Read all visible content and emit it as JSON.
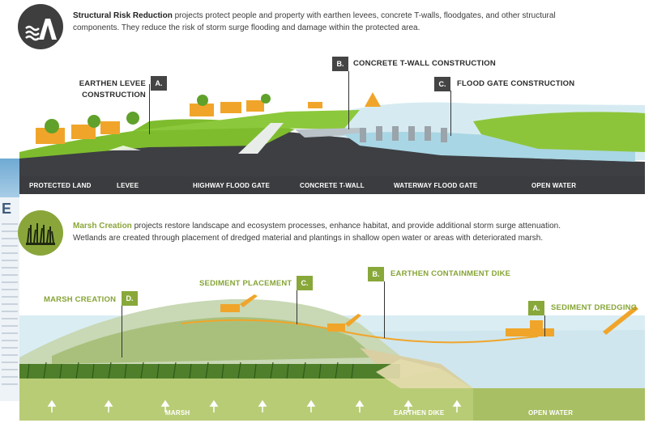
{
  "icons": {
    "structural": "levee-wave-icon",
    "marsh": "marsh-grass-icon"
  },
  "colors": {
    "dark_badge": "#3e3e3e",
    "green_accent": "#8aa63a",
    "orange": "#f0a52a",
    "water": "#cfe6ee"
  },
  "structural": {
    "intro_bold": "Structural Risk Reduction",
    "intro_line1_rest": " projects protect people and property with earthen levees, concrete T-walls, floodgates, and other structural",
    "intro_line2": "components. They reduce the risk of storm surge flooding and damage within the protected area.",
    "callouts": [
      {
        "tag": "A.",
        "text_line1": "EARTHEN LEVEE",
        "text_line2": "CONSTRUCTION"
      },
      {
        "tag": "B.",
        "text": "CONCRETE T-WALL CONSTRUCTION"
      },
      {
        "tag": "C.",
        "text": "FLOOD GATE CONSTRUCTION"
      }
    ],
    "bar_labels": [
      "PROTECTED LAND",
      "LEVEE",
      "HIGHWAY FLOOD GATE",
      "CONCRETE T-WALL",
      "WATERWAY FLOOD GATE",
      "OPEN WATER"
    ]
  },
  "marsh": {
    "intro_bold": "Marsh Creation",
    "intro_line1_rest": " projects restore landscape and ecosystem processes, enhance habitat, and provide additional storm surge attenuation.",
    "intro_line2": "Wetlands are created through placement of dredged material and plantings in shallow open water or areas with deteriorated marsh.",
    "callouts": [
      {
        "tag": "D.",
        "text": "MARSH CREATION"
      },
      {
        "tag": "C.",
        "text": "SEDIMENT PLACEMENT"
      },
      {
        "tag": "B.",
        "text": "EARTHEN CONTAINMENT DIKE"
      },
      {
        "tag": "A.",
        "text": "SEDIMENT DREDGING"
      }
    ],
    "ground_labels": [
      "MARSH",
      "EARTHEN DIKE",
      "OPEN WATER"
    ]
  },
  "left_edge": {
    "letter": "E"
  }
}
